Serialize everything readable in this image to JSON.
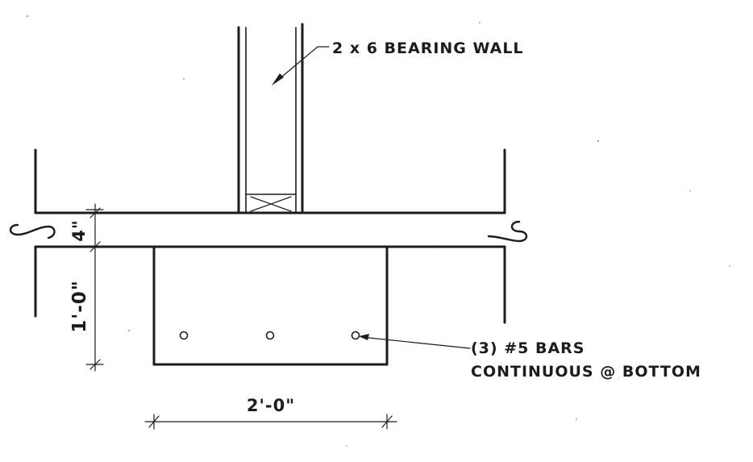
{
  "labels": {
    "wall": "2 x 6 BEARING WALL",
    "bars_line1": "(3) #5 BARS",
    "bars_line2": "CONTINUOUS @ BOTTOM"
  },
  "dimensions": {
    "slab_thickness": "4\"",
    "footing_depth": "1'-0\"",
    "footing_width": "2'-0\""
  },
  "colors": {
    "ink": "#1c1c1c",
    "paper": "#ffffff"
  },
  "rebar_count": 3
}
